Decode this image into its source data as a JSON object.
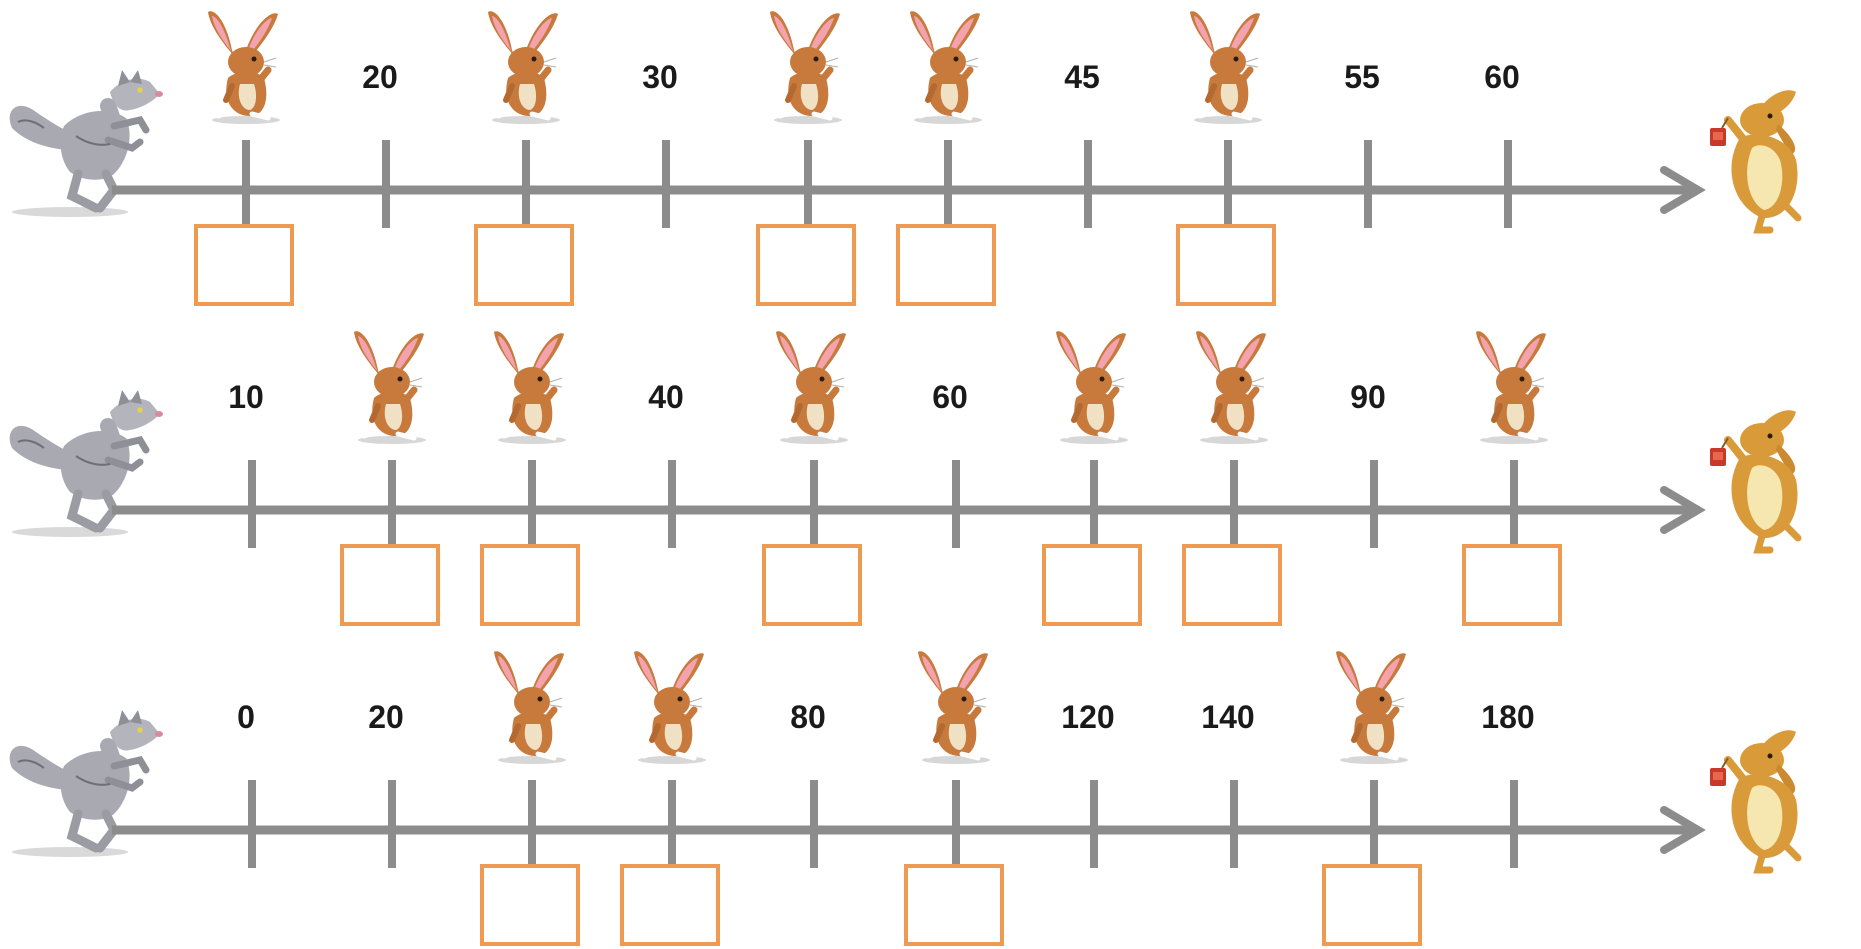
{
  "colors": {
    "line": "#8c8c8c",
    "answer_box": "#ee9a52",
    "wolf_fur": "#a9a9b2",
    "wolf_dark": "#6e6e78",
    "rabbit_fur": "#c8793c",
    "rabbit_ear": "#f2a3ad",
    "hare_fur": "#d99a3a",
    "hare_belly": "#f6e7b0",
    "bag": "#c8392b"
  },
  "icons": {
    "start": "wolf-icon",
    "marker": "rabbit-icon",
    "end": "hare-with-bag-icon"
  },
  "rows": [
    {
      "ticks": [
        {
          "label": null
        },
        {
          "label": "20"
        },
        {
          "label": null
        },
        {
          "label": "30"
        },
        {
          "label": null
        },
        {
          "label": null
        },
        {
          "label": "45"
        },
        {
          "label": null
        },
        {
          "label": "55"
        },
        {
          "label": "60"
        }
      ]
    },
    {
      "ticks": [
        {
          "label": "10"
        },
        {
          "label": null
        },
        {
          "label": null
        },
        {
          "label": "40"
        },
        {
          "label": null
        },
        {
          "label": "60"
        },
        {
          "label": null
        },
        {
          "label": null
        },
        {
          "label": "90"
        },
        {
          "label": null
        }
      ]
    },
    {
      "ticks": [
        {
          "label": "0"
        },
        {
          "label": "20"
        },
        {
          "label": null
        },
        {
          "label": null
        },
        {
          "label": "80"
        },
        {
          "label": null
        },
        {
          "label": "120"
        },
        {
          "label": "140"
        },
        {
          "label": null
        },
        {
          "label": "180"
        }
      ]
    }
  ]
}
